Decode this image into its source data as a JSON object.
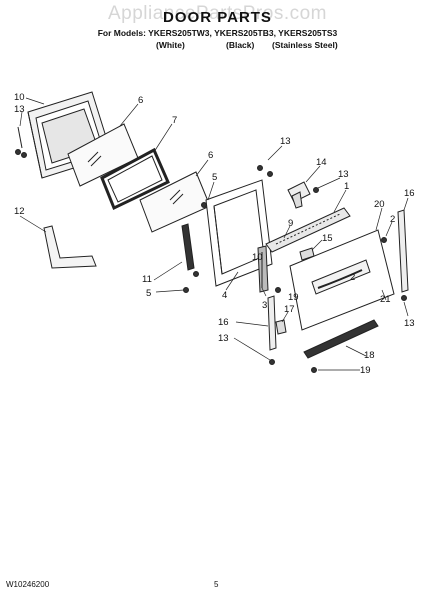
{
  "header": {
    "watermark": "AppliancePartsPros.com",
    "title": "DOOR PARTS",
    "models": "For Models: YKERS205TW3, YKERS205TB3, YKERS205TS3",
    "variants": [
      "(White)",
      "(Black)",
      "(Stainless Steel)"
    ]
  },
  "callouts": [
    {
      "id": "c10a",
      "text": "10"
    },
    {
      "id": "c13a",
      "text": "13"
    },
    {
      "id": "c6a",
      "text": "6"
    },
    {
      "id": "c7",
      "text": "7"
    },
    {
      "id": "c6b",
      "text": "6"
    },
    {
      "id": "c13b",
      "text": "13"
    },
    {
      "id": "c14",
      "text": "14"
    },
    {
      "id": "c13c",
      "text": "13"
    },
    {
      "id": "c5a",
      "text": "5"
    },
    {
      "id": "c1",
      "text": "1"
    },
    {
      "id": "c16a",
      "text": "16"
    },
    {
      "id": "c12",
      "text": "12"
    },
    {
      "id": "c9",
      "text": "9"
    },
    {
      "id": "c15",
      "text": "15"
    },
    {
      "id": "c20",
      "text": "20"
    },
    {
      "id": "c2a",
      "text": "2"
    },
    {
      "id": "c10b",
      "text": "10"
    },
    {
      "id": "c11",
      "text": "11"
    },
    {
      "id": "c5b",
      "text": "5"
    },
    {
      "id": "c2b",
      "text": "2"
    },
    {
      "id": "c4",
      "text": "4"
    },
    {
      "id": "c19a",
      "text": "19"
    },
    {
      "id": "c3",
      "text": "3"
    },
    {
      "id": "c21",
      "text": "21"
    },
    {
      "id": "c17",
      "text": "17"
    },
    {
      "id": "c13d",
      "text": "13"
    },
    {
      "id": "c16b",
      "text": "16"
    },
    {
      "id": "c13e",
      "text": "13"
    },
    {
      "id": "c18",
      "text": "18"
    },
    {
      "id": "c19b",
      "text": "19"
    }
  ],
  "footer": {
    "doc_number": "W10246200",
    "page": "5"
  }
}
